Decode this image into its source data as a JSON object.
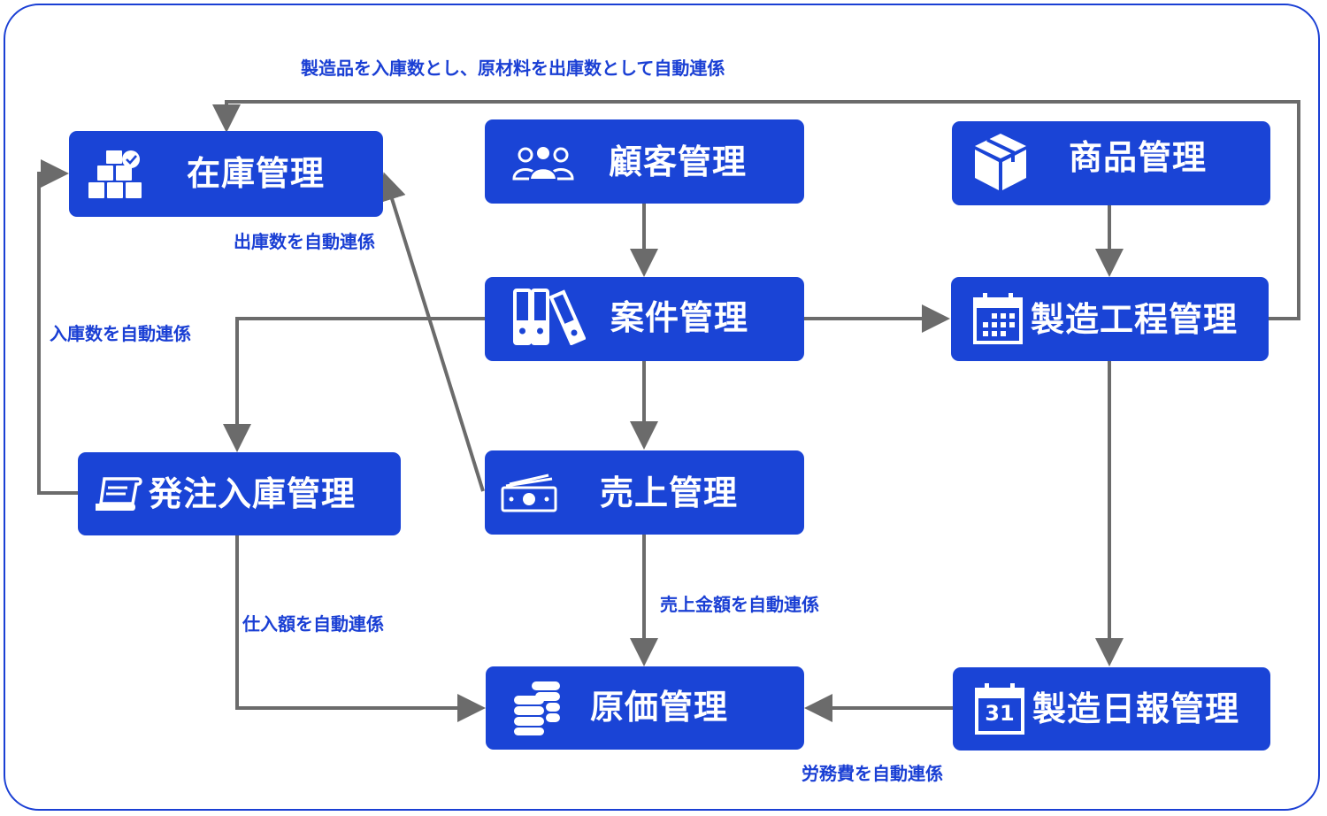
{
  "nodes": {
    "inventory": {
      "label": "在庫管理",
      "icon": "boxes-check-icon"
    },
    "customer": {
      "label": "顧客管理",
      "icon": "people-group-icon"
    },
    "product": {
      "label": "商品管理",
      "icon": "package-box-icon"
    },
    "project": {
      "label": "案件管理",
      "icon": "binders-icon"
    },
    "process": {
      "label": "製造工程管理",
      "icon": "calendar-grid-icon"
    },
    "order": {
      "label": "発注入庫管理",
      "icon": "receipt-scroll-icon"
    },
    "sales": {
      "label": "売上管理",
      "icon": "cash-bill-icon"
    },
    "cost": {
      "label": "原価管理",
      "icon": "coin-stack-icon"
    },
    "daily": {
      "label": "製造日報管理",
      "icon": "calendar-31-icon",
      "icon_text": "31"
    }
  },
  "edge_labels": {
    "process_to_inventory": "製造品を入庫数とし、原材料を出庫数として自動連係",
    "sales_to_inventory": "出庫数を自動連係",
    "order_to_inventory": "入庫数を自動連係",
    "sales_to_cost": "売上金額を自動連係",
    "order_to_cost": "仕入額を自動連係",
    "daily_to_cost": "労務費を自動連係"
  },
  "colors": {
    "node": "#1a44d6",
    "frame": "#1a3fd4",
    "edge_label": "#1a3fd4",
    "connector": "#6b6b6b"
  }
}
